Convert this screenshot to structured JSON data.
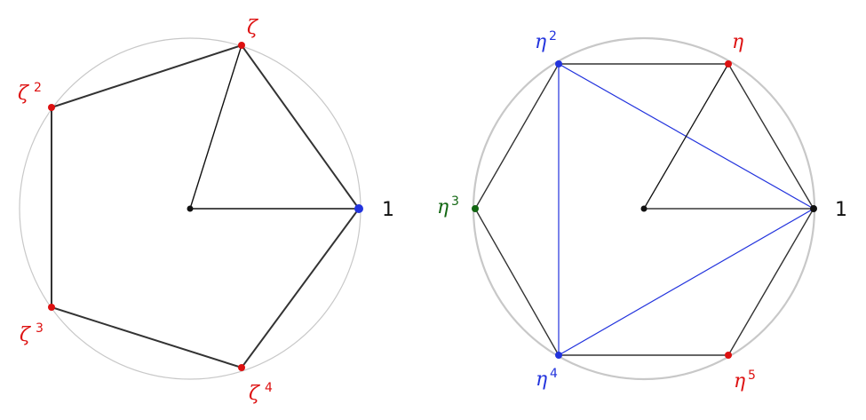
{
  "colors": {
    "circle": "#c8c8c8",
    "edge": "#333333",
    "blue": "#2233dd",
    "red": "#dd1111",
    "green": "#116611",
    "black": "#111111"
  },
  "left": {
    "label_one": "1",
    "labels": {
      "zeta": "ζ",
      "zeta2": "ζ",
      "zeta2_exp": "2",
      "zeta3": "ζ",
      "zeta3_exp": "3",
      "zeta4": "ζ",
      "zeta4_exp": "4"
    }
  },
  "right": {
    "label_one": "1",
    "labels": {
      "eta": "η",
      "eta2": "η",
      "eta2_exp": "2",
      "eta3": "η",
      "eta3_exp": "3",
      "eta4": "η",
      "eta4_exp": "4",
      "eta5": "η",
      "eta5_exp": "5"
    }
  }
}
